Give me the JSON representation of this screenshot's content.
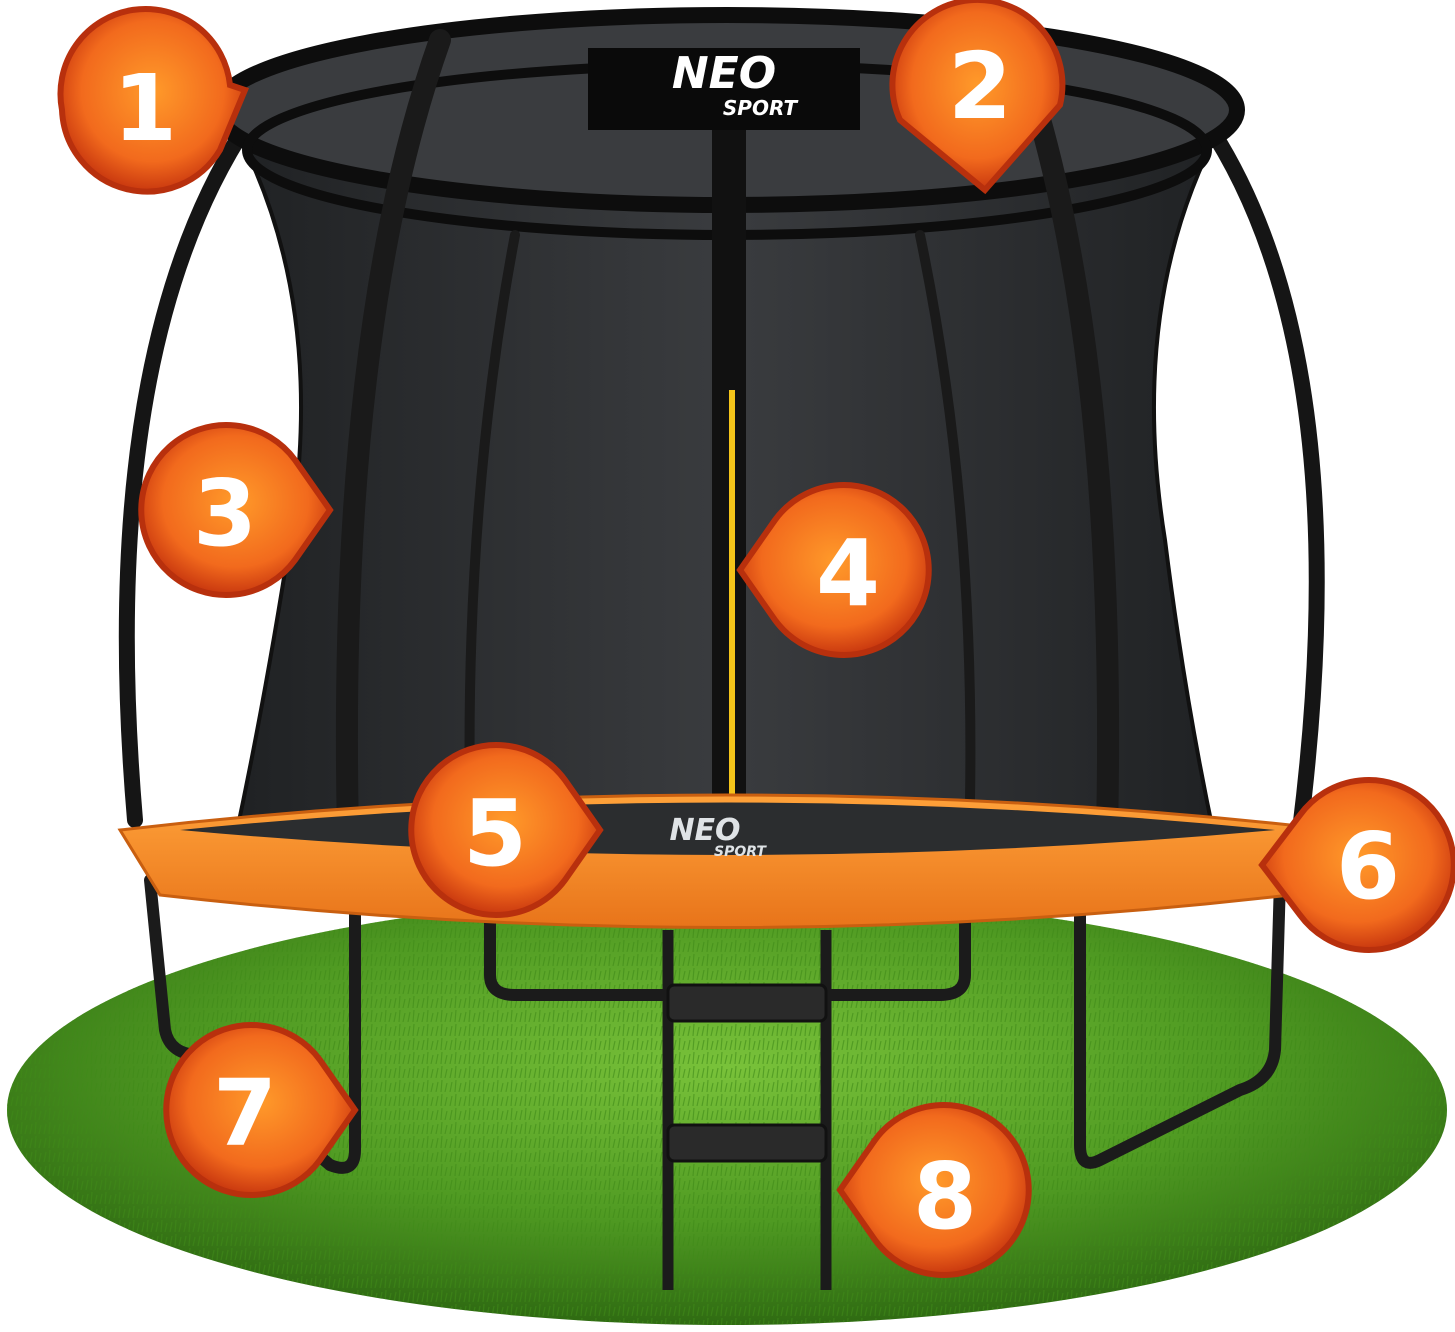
{
  "brand": {
    "banner_top": "NEO",
    "banner_bottom": "SPORT",
    "mat_top": "NEO",
    "mat_bottom": "SPORT"
  },
  "markers": [
    {
      "label": "1"
    },
    {
      "label": "2"
    },
    {
      "label": "3"
    },
    {
      "label": "4"
    },
    {
      "label": "5"
    },
    {
      "label": "6"
    },
    {
      "label": "7"
    },
    {
      "label": "8"
    }
  ],
  "colors": {
    "marker_outer": "#e8481a",
    "marker_inner": "#ff8a1e",
    "padding": "#f58a1f",
    "net": "#2f3133",
    "frame": "#1b1b1b",
    "grass": "#4f9a22",
    "zipper": "#f4c41a"
  }
}
